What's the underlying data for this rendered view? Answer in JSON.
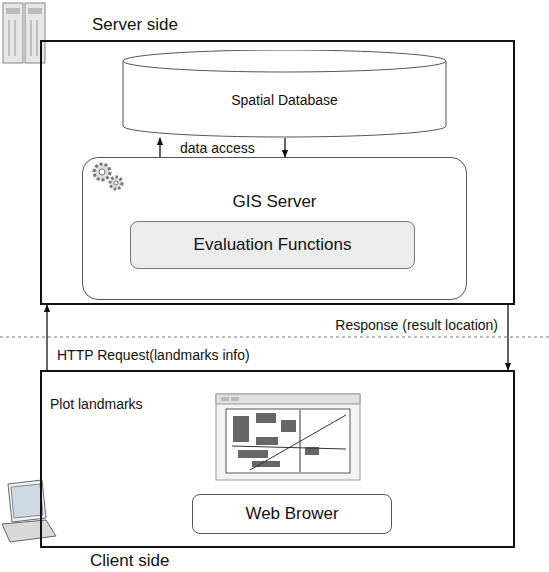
{
  "diagram": {
    "nodes": [
      {
        "text": [
          "Server side"
        ]
      },
      {
        "text": [
          "Spatial Database"
        ],
        "in": 0
      },
      {
        "text": [
          "GIS Server"
        ],
        "in": 0
      },
      {
        "text": [
          "Evaluation Functions"
        ],
        "in": 2
      },
      {
        "text": [
          "Client side"
        ]
      },
      {
        "text": [
          "Web Brower"
        ],
        "in": 4
      }
    ],
    "edges": [
      {
        "from": 2,
        "to": 1,
        "arrow": "to",
        "label": "data access"
      },
      {
        "from": 1,
        "to": 2,
        "arrow": "to"
      },
      {
        "from": 4,
        "to": 0,
        "arrow": "to",
        "label": "HTTP  Request(landmarks info)"
      },
      {
        "from": 0,
        "to": 4,
        "arrow": "to",
        "label": "Response (result location)"
      }
    ],
    "labels": [
      "Plot landmarks"
    ]
  }
}
